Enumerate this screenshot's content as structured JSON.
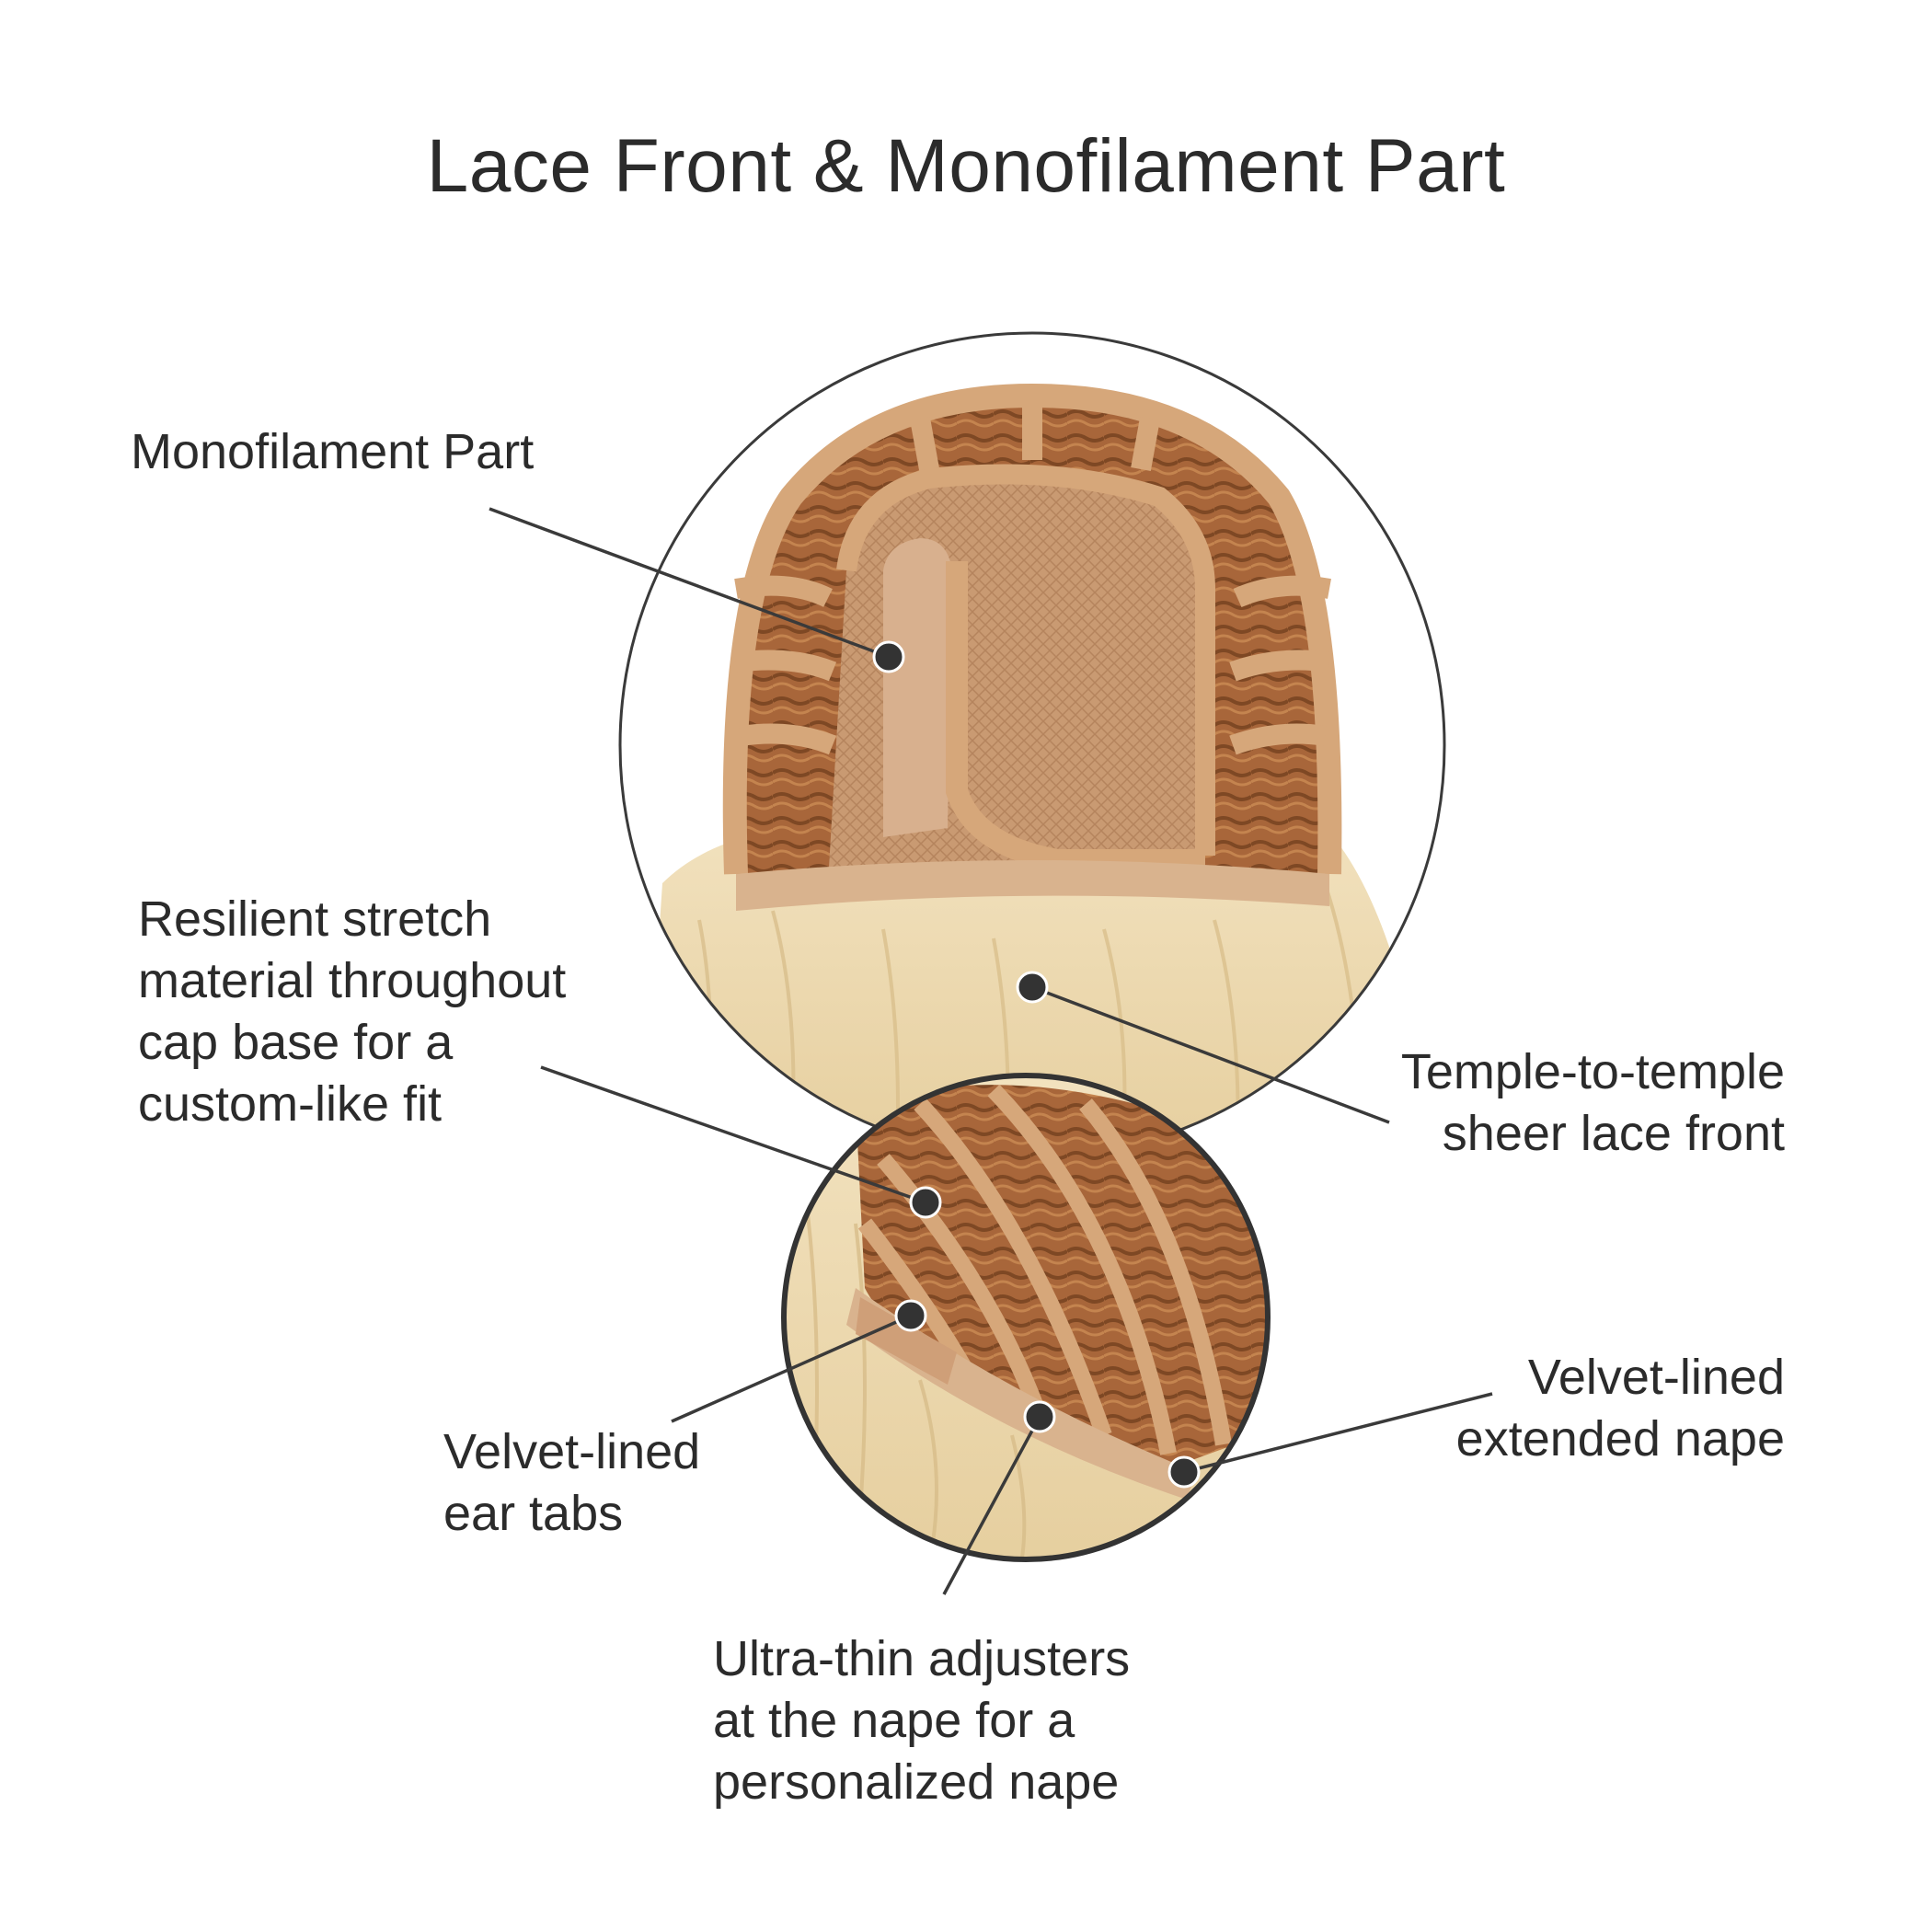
{
  "title": "Lace Front & Monofilament Part",
  "callouts": {
    "mono_part": "Monofilament Part",
    "stretch_material": "Resilient stretch\nmaterial throughout\ncap base for a\ncustom-like fit",
    "lace_front": "Temple-to-temple\nsheer lace front",
    "ear_tabs": "Velvet-lined\near tabs",
    "extended_nape": "Velvet-lined\nextended nape",
    "adjusters": "Ultra-thin adjusters\nat the nape for a\npersonalized nape"
  },
  "colors": {
    "outline": "#3a3a3a",
    "dot": "#333333",
    "cap_tan": "#d6a77a",
    "hair_brown": "#a8663a",
    "hair_blonde": "#ecd7ac",
    "lace": "#c99a72"
  }
}
